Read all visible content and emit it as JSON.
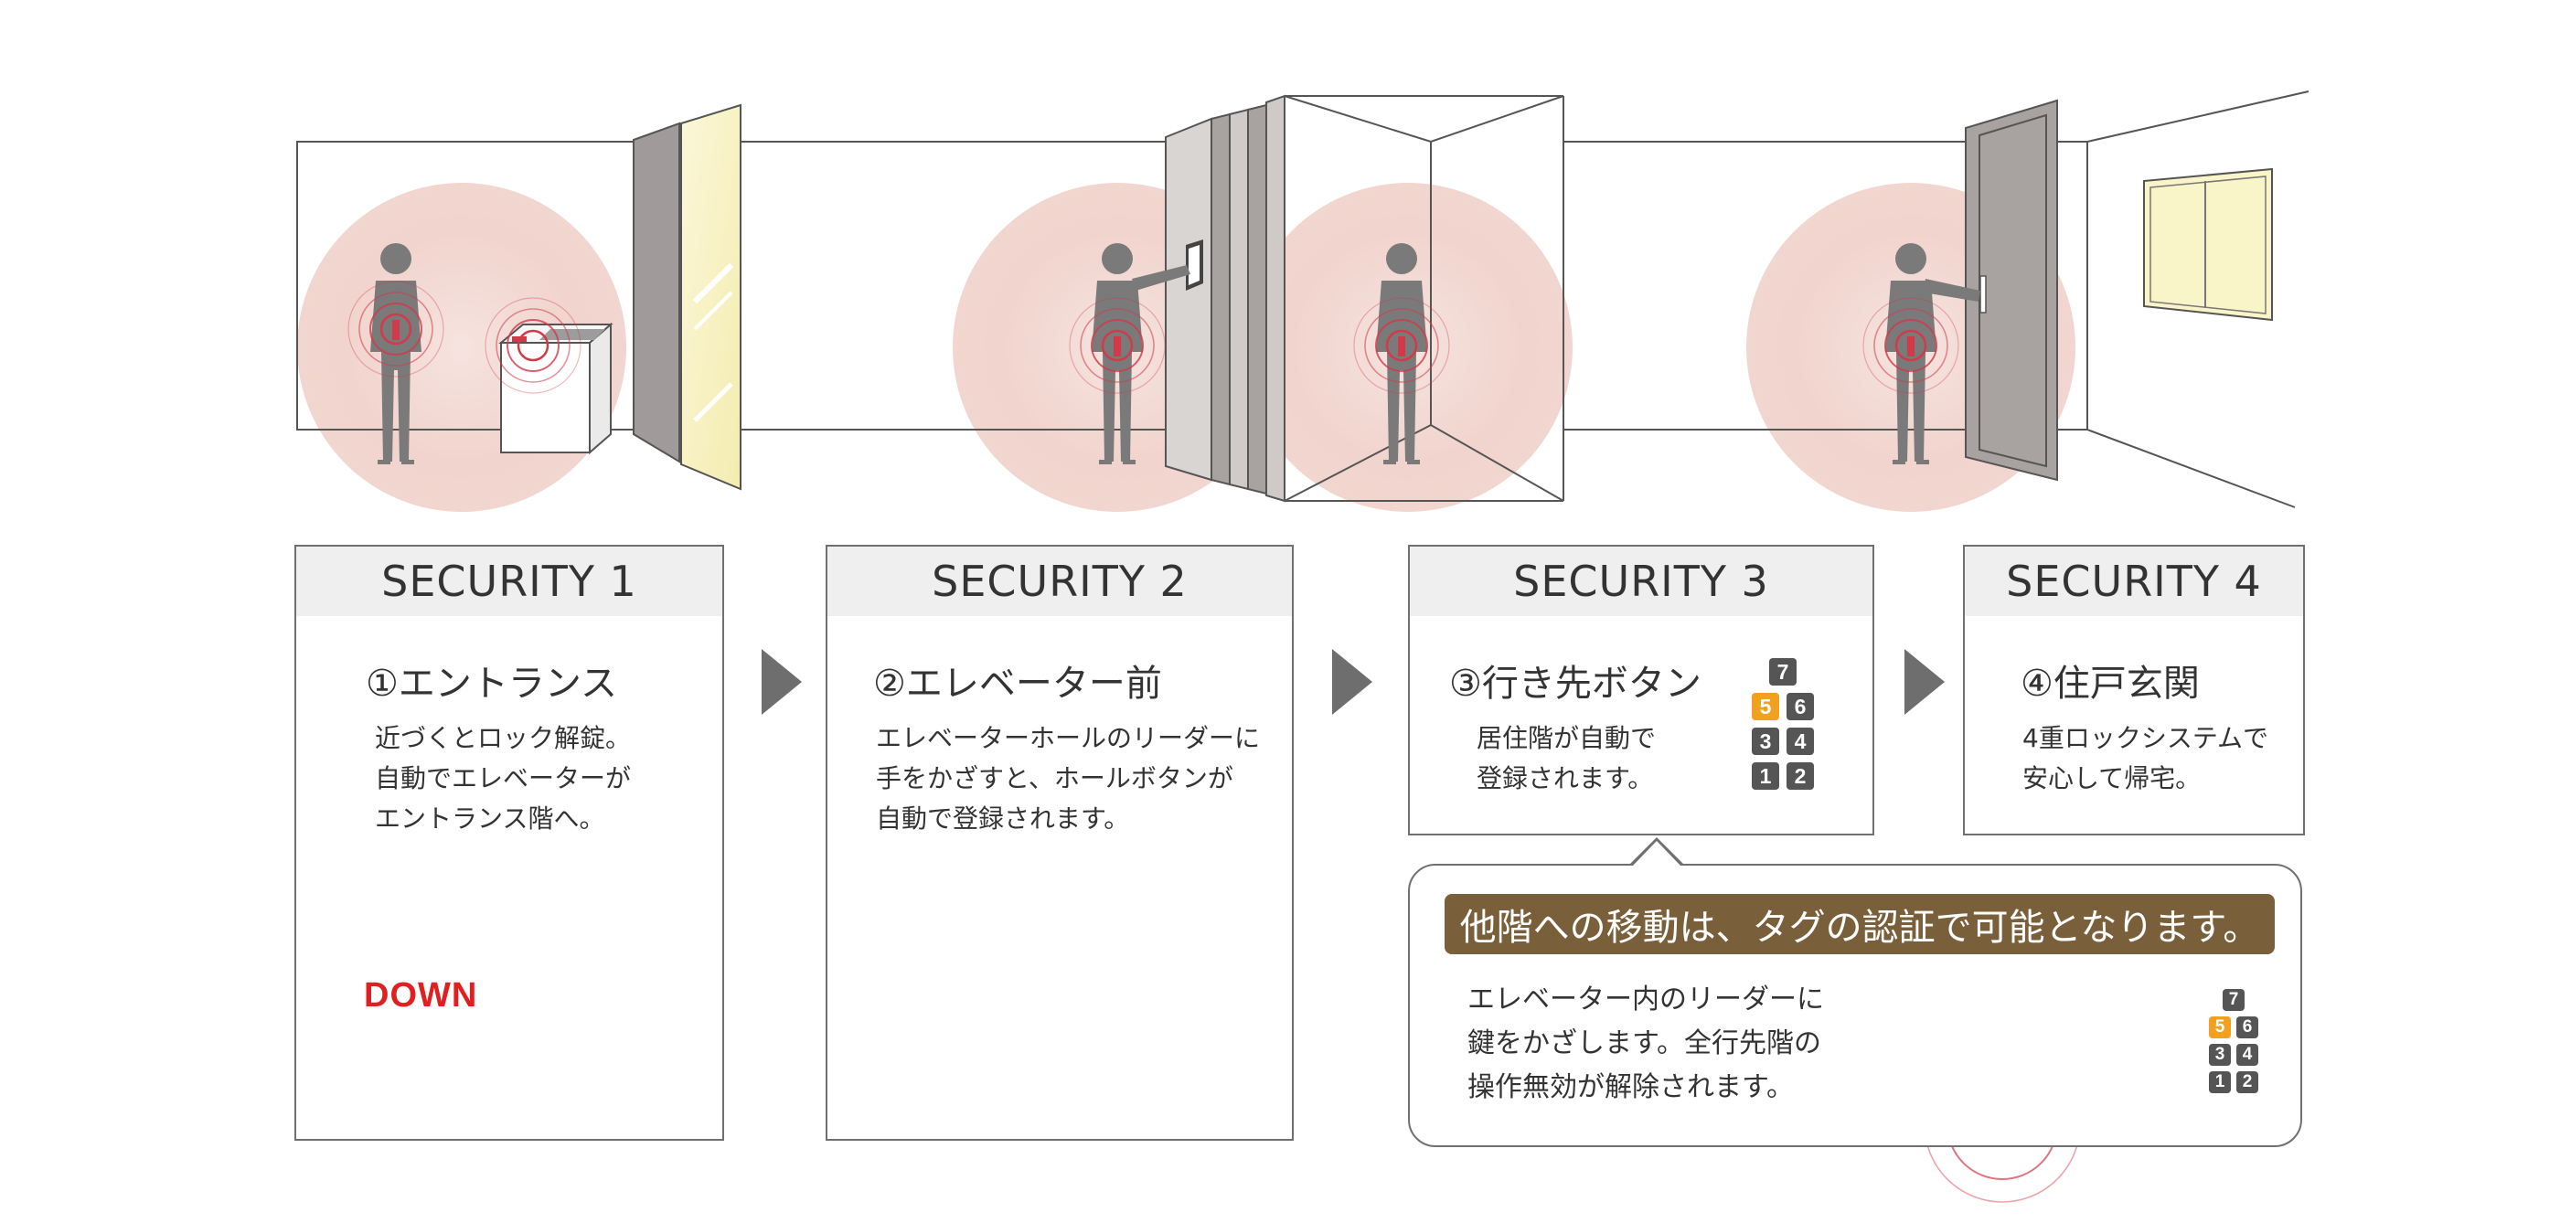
{
  "cards": [
    {
      "heading": "SECURITY 1",
      "title": "①エントランス",
      "description": "近づくとロック解錠。\n自動でエレベーターが\nエントランス階へ。"
    },
    {
      "heading": "SECURITY 2",
      "title": "②エレベーター前",
      "description": "エレベーターホールのリーダーに\n手をかざすと、ホールボタンが\n自動で登録されます。"
    },
    {
      "heading": "SECURITY 3",
      "title": "③行き先ボタン",
      "description": "居住階が自動で\n登録されます。"
    },
    {
      "heading": "SECURITY 4",
      "title": "④住戸玄関",
      "description": "4重ロックシステムで\n安心して帰宅。"
    }
  ],
  "down_label": "DOWN",
  "keypad_keys": [
    "7",
    "5",
    "6",
    "3",
    "4",
    "1",
    "2"
  ],
  "highlighted_key": "5",
  "bubble": {
    "banner": "他階への移動は、タグの認証で可能となります。",
    "text": "エレベーター内のリーダーに\n鍵をかざします。全行先階の\n操作無効が解除されます。"
  },
  "colors": {
    "accent_brown": "#7a5f3b",
    "signal_red": "#d23a4a",
    "down_red": "#e02020",
    "glow": "#f3d9d3",
    "figure_gray": "#7a7a7a",
    "highlight_orange": "#f2a01f"
  }
}
